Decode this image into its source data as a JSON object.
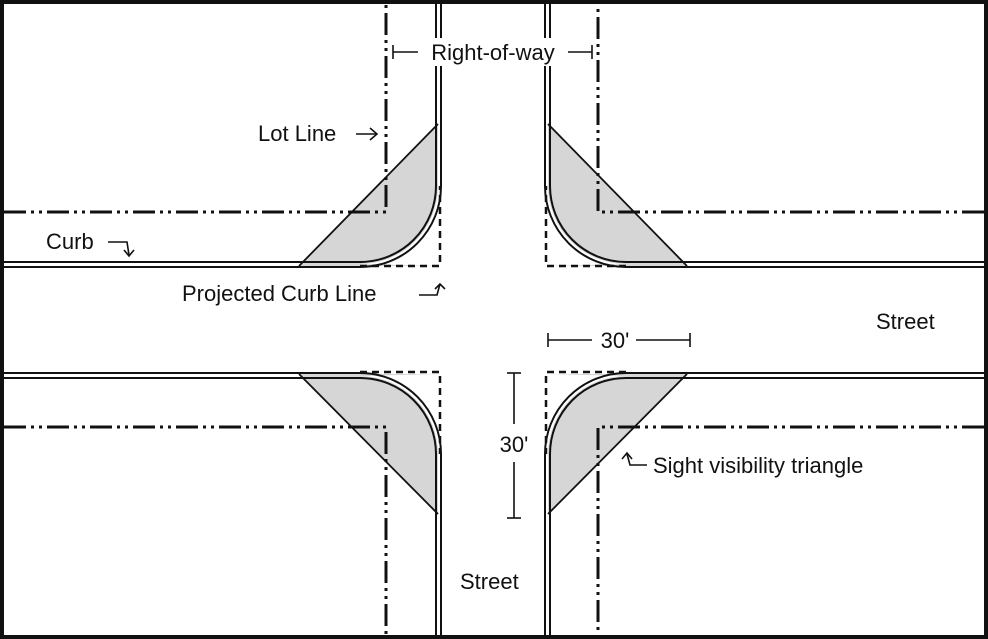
{
  "labels": {
    "right_of_way": "Right-of-way",
    "lot_line": "Lot Line",
    "curb": "Curb",
    "projected_curb_line": "Projected Curb Line",
    "street_east": "Street",
    "street_south": "Street",
    "dim_horizontal": "30'",
    "dim_vertical": "30'",
    "sight_triangle": "Sight visibility triangle"
  },
  "colors": {
    "triangle_fill": "#d6d6d6",
    "line": "#111111",
    "background": "#ffffff"
  }
}
